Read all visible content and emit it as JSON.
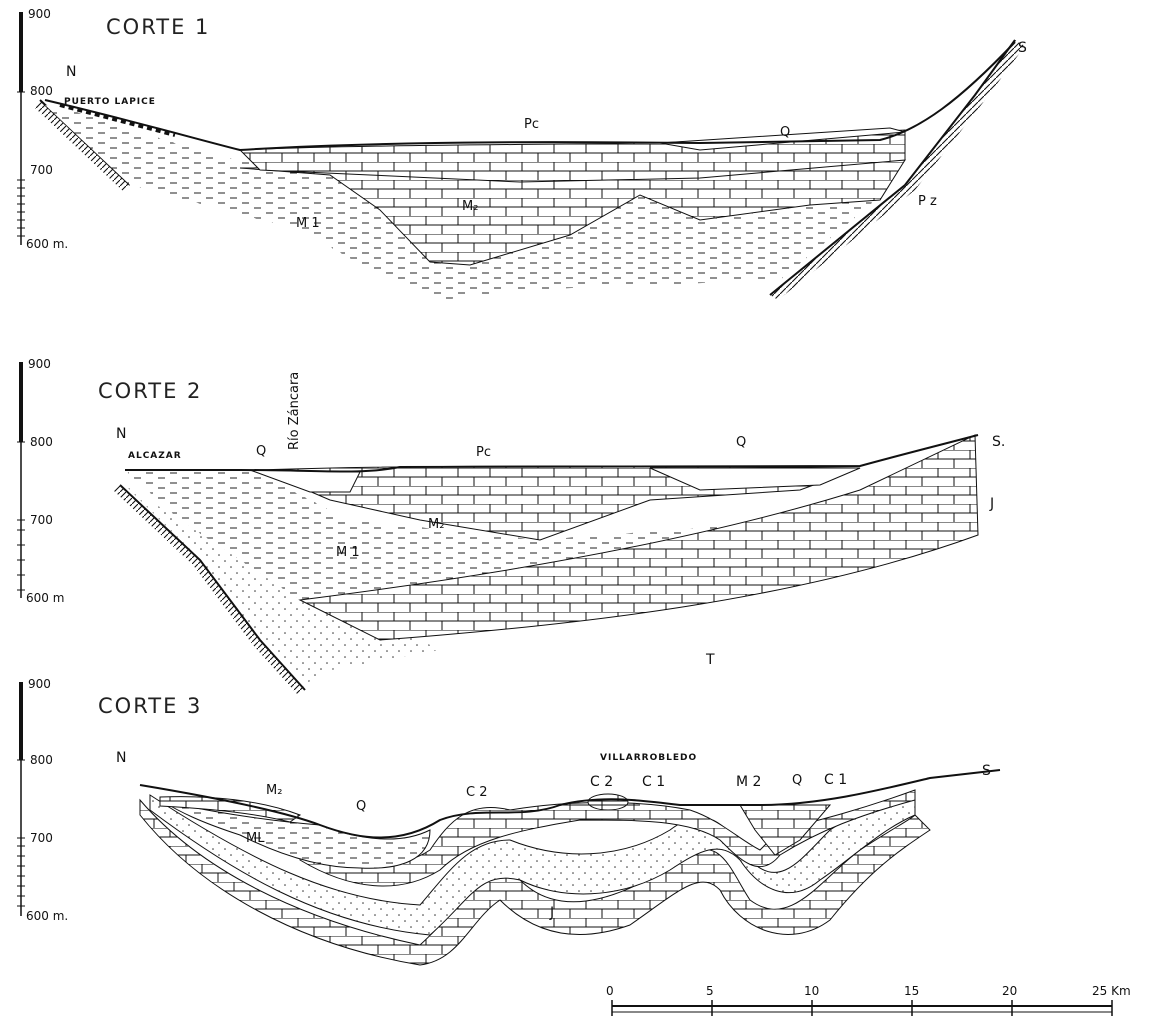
{
  "sections": [
    {
      "title": "CORTE 1",
      "scale_ticks": [
        "900",
        "800",
        "700",
        "600 m."
      ],
      "labels": {
        "north": "N",
        "south": "S",
        "place": "PUERTO LAPICE",
        "pc": "Pc",
        "q": "Q",
        "m1": "M 1",
        "m2": "M₂",
        "pz": "P z"
      }
    },
    {
      "title": "CORTE 2",
      "scale_ticks": [
        "900",
        "800",
        "700",
        "600 m"
      ],
      "labels": {
        "north": "N",
        "south": "S.",
        "place": "ALCAZAR",
        "river": "Río Záncara",
        "q_left": "Q",
        "pc": "Pc",
        "q_right": "Q",
        "j": "J",
        "m1": "M 1",
        "m2": "M₂",
        "t": "T"
      }
    },
    {
      "title": "CORTE 3",
      "scale_ticks": [
        "900",
        "800",
        "700",
        "600 m."
      ],
      "labels": {
        "north": "N",
        "south": "S",
        "place": "VILLARROBLEDO",
        "m2_left": "M₂",
        "ml": "ML",
        "q_left": "Q",
        "c2_left": "C 2",
        "c2_mid": "C 2",
        "c1_mid": "C 1",
        "m2_right": "M 2",
        "q_right": "Q",
        "c1_right": "C 1",
        "j": "J"
      }
    }
  ],
  "km_scale": {
    "ticks": [
      "0",
      "5",
      "10",
      "15",
      "20",
      "25 Km"
    ]
  }
}
